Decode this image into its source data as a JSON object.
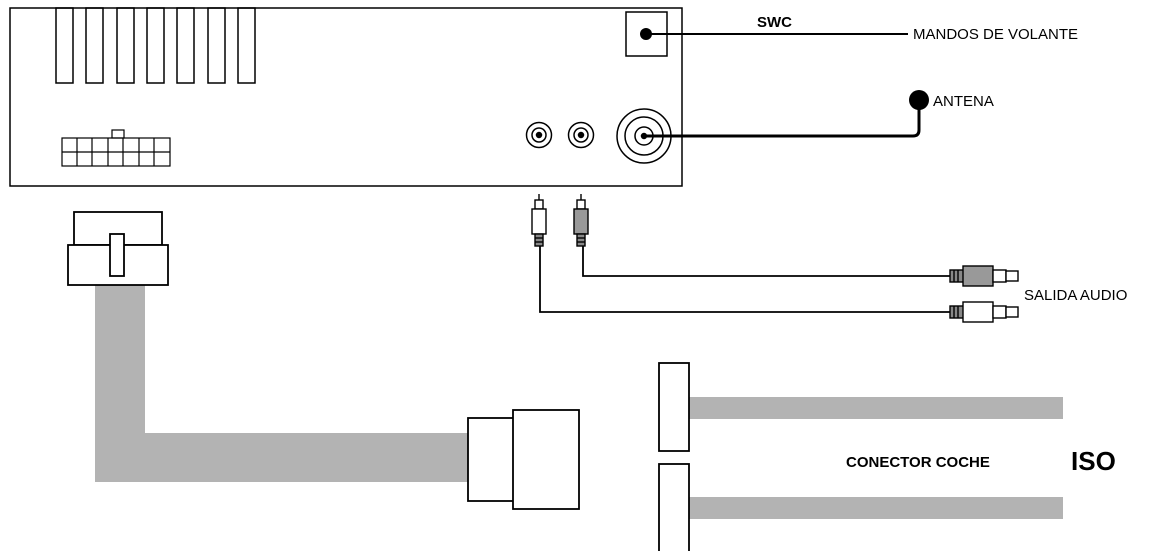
{
  "labels": {
    "swc": "SWC",
    "steering_controls": "MANDOS DE VOLANTE",
    "antenna": "ANTENA",
    "audio_output": "SALIDA AUDIO",
    "car_connector": "CONECTOR COCHE",
    "iso": "ISO"
  },
  "colors": {
    "line": "#000000",
    "cable": "#b3b3b3",
    "background": "#ffffff"
  }
}
